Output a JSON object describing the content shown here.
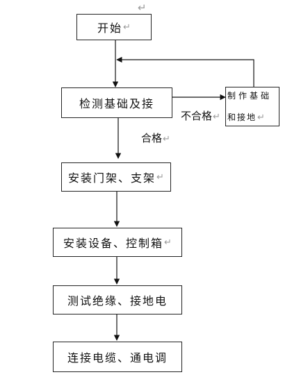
{
  "flowchart": {
    "top_return_mark": "↵",
    "steps": [
      {
        "id": "start",
        "text": "开始",
        "mark": "↵"
      },
      {
        "id": "inspect",
        "text": "检测基础及接",
        "mark": ""
      },
      {
        "id": "install_frame",
        "text": "安装门架、支架",
        "mark": "↵"
      },
      {
        "id": "install_equipment",
        "text": "安装设备、控制箱",
        "mark": "↵"
      },
      {
        "id": "test",
        "text": "测试绝缘、接地电",
        "mark": ""
      },
      {
        "id": "connect",
        "text": "连接电缆、通电调",
        "mark": ""
      }
    ],
    "rework": {
      "line1": "制作基础",
      "line2": "和接地",
      "mark": "↵"
    },
    "labels": {
      "fail": "不合格",
      "fail_mark": "↵",
      "pass": "合格",
      "pass_mark": "↵"
    }
  }
}
